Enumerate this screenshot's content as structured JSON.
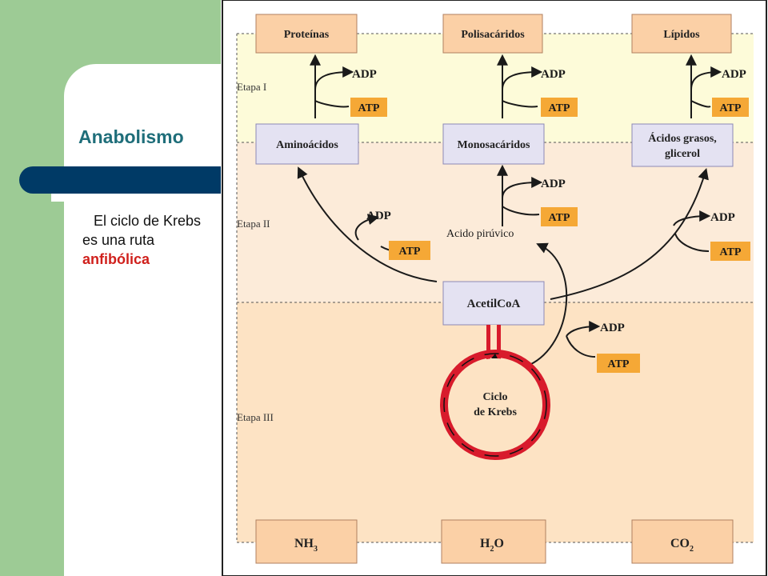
{
  "slide": {
    "title": "Anabolismo",
    "body_prefix": "El ciclo de Krebs es una ruta",
    "body_highlight": "anfibólica",
    "colors": {
      "background": "#9dcb95",
      "title": "#1f6e7a",
      "bar": "#003a66",
      "highlight": "#d0201c"
    }
  },
  "diagram": {
    "stages": [
      "Etapa I",
      "Etapa II",
      "Etapa III"
    ],
    "top_nodes": [
      "Proteínas",
      "Polisacáridos",
      "Lípidos"
    ],
    "mid_nodes": [
      "Aminoácidos",
      "Monosacáridos",
      "Ácidos grasos,",
      "glicerol"
    ],
    "pyruvate": "Acido pirúvico",
    "acetyl": "AcetilCoA",
    "krebs": [
      "Ciclo",
      "de Krebs"
    ],
    "bottom_nodes": [
      "NH",
      "H",
      "O",
      "CO"
    ],
    "bottom_subscripts": [
      "3",
      "2",
      "2"
    ],
    "adp": "ADP",
    "atp": "ATP",
    "colors": {
      "stage1": "#fdfbd9",
      "stage2": "#fcebd9",
      "stage3": "#fde3c4",
      "box_blue": "#e4e2f2",
      "box_orange": "#fbd0a6",
      "atp": "#f5a836",
      "krebs": "#d81b2c"
    }
  }
}
